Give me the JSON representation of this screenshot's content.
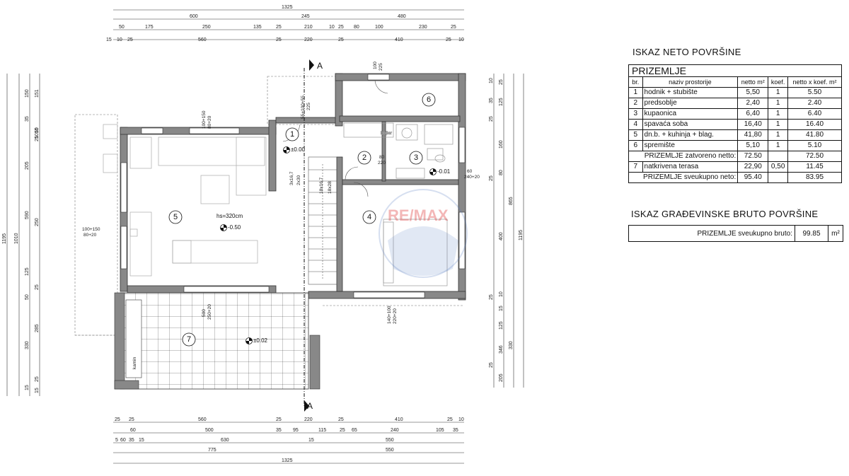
{
  "dims": {
    "top": {
      "r1": [
        "1325"
      ],
      "r2": [
        "600",
        "245",
        "480"
      ],
      "r3": [
        "50",
        "175",
        "250",
        "135",
        "25",
        "210",
        "10",
        "25",
        "80",
        "100",
        "230",
        "25"
      ],
      "r4": [
        "15",
        "10",
        "25",
        "560",
        "25",
        "220",
        "25",
        "410",
        "25",
        "10"
      ]
    },
    "bottom": {
      "r1": [
        "25",
        "25",
        "560",
        "25",
        "220",
        "25",
        "410",
        "25",
        "10"
      ],
      "r2": [
        "60",
        "500",
        "35",
        "95",
        "115",
        "25",
        "65",
        "240",
        "105",
        "35"
      ],
      "r3": [
        "5",
        "60",
        "35",
        "15",
        "630",
        "15",
        "550"
      ],
      "r4": [
        "775",
        "550"
      ],
      "r5": [
        "1325"
      ]
    },
    "left": {
      "r1": [
        "1195"
      ],
      "r2": [
        "1010"
      ],
      "r3": [
        "150",
        "35",
        "205",
        "590",
        "125",
        "50",
        "330",
        "15"
      ],
      "r4": [
        "151",
        "1015",
        "50",
        "25",
        "250",
        "25",
        "285",
        "25",
        "15"
      ]
    },
    "right": {
      "r1": [
        "1195"
      ],
      "r2": [
        "865",
        "330"
      ],
      "r3": [
        "25",
        "125",
        "160",
        "80",
        "400",
        "10",
        "15",
        "125",
        "346",
        "205"
      ],
      "r4": [
        "10",
        "35",
        "25",
        "25",
        "25",
        "25"
      ]
    },
    "openings": {
      "left_window_main": "100+150",
      "left_window_sub": "80+20",
      "side_window_main": "100+150",
      "side_window_sub": "80+20",
      "door1_main": "55+100+55",
      "door1_sub": "225",
      "room6_top": "100",
      "room6_top_sub": "225",
      "door2_main": "80",
      "door2_sub": "220",
      "bath_win": "60",
      "bath_win_sub": "240+20",
      "terrace_door": "500",
      "terrace_door_sub": "250+20",
      "bed_door": "140+100",
      "bed_door_sub": "220+20",
      "stair1": "3x16,7",
      "stair2": "2x30",
      "stair3": "18x16,7",
      "stair4": "18x28"
    }
  },
  "rooms": [
    "1",
    "2",
    "3",
    "4",
    "5",
    "6",
    "7"
  ],
  "levels": {
    "l1": "±0.00",
    "l3": "-0.01",
    "l5": "-0.50",
    "l7": "±0.02"
  },
  "plan_labels": {
    "height": "hs=320cm",
    "boiler": "bojler",
    "fireplace": "kamin",
    "section": "A"
  },
  "watermark": "RE/MAX",
  "net_table": {
    "title": "ISKAZ NETO POVRŠINE",
    "floor": "PRIZEMLJE",
    "headers": [
      "br.",
      "naziv prostorije",
      "netto m²",
      "koef.",
      "netto x koef. m²"
    ],
    "rows": [
      [
        "1",
        "hodnik + stubište",
        "5,50",
        "1",
        "5.50"
      ],
      [
        "2",
        "predsoblje",
        "2,40",
        "1",
        "2.40"
      ],
      [
        "3",
        "kupaonica",
        "6,40",
        "1",
        "6.40"
      ],
      [
        "4",
        "spavaća soba",
        "16,40",
        "1",
        "16.40"
      ],
      [
        "5",
        "dn.b. + kuhinja + blag.",
        "41,80",
        "1",
        "41.80"
      ],
      [
        "6",
        "spremište",
        "5,10",
        "1",
        "5.10"
      ]
    ],
    "closed_label": "PRIZEMLJE zatvoreno netto:",
    "closed_net": "72.50",
    "closed_coef": "72.50",
    "row7": [
      "7",
      "natkrivena terasa",
      "22,90",
      "0,50",
      "11.45"
    ],
    "total_label": "PRIZEMLJE sveukupno neto:",
    "total_net": "95.40",
    "total_coef": "83.95"
  },
  "bruto_table": {
    "title": "ISKAZ GRAĐEVINSKE BRUTO POVRŠINE",
    "label": "PRIZEMLJE sveukupno bruto:",
    "value": "99.85",
    "unit": "m²"
  }
}
